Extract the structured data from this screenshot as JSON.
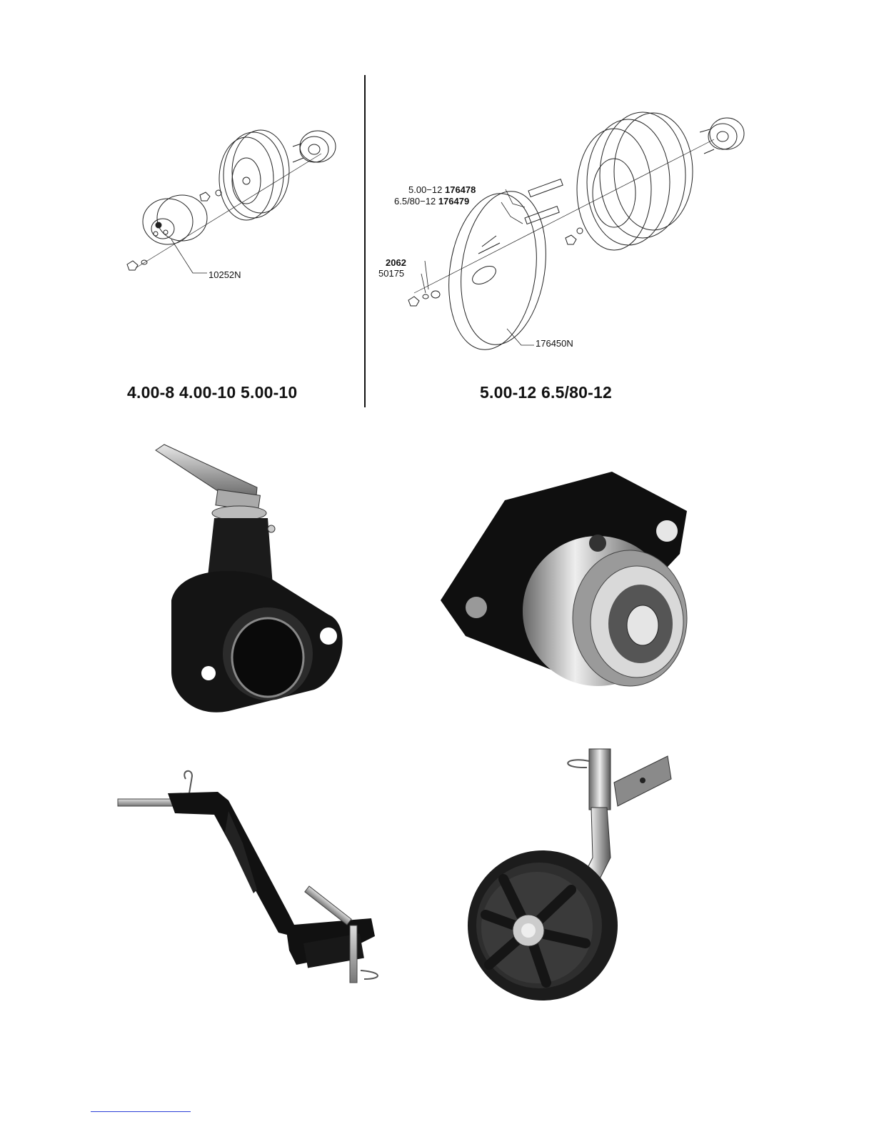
{
  "diagram_left": {
    "caption": "4.00-8  4.00-10  5.00-10",
    "callout": "10252N"
  },
  "diagram_right": {
    "caption": "5.00-12  6.5/80-12",
    "callouts": [
      {
        "size": "5.00−12",
        "part": "176478"
      },
      {
        "size": "6.5/80−12",
        "part": "176479"
      }
    ],
    "washers": [
      {
        "part": "2062",
        "bold": true
      },
      {
        "part": "50175",
        "bold": false
      }
    ],
    "callout_hub": "176450N"
  },
  "photos": [
    {
      "subject": "lever-bracket"
    },
    {
      "subject": "hub-adapter"
    },
    {
      "subject": "bent-tow-arm"
    },
    {
      "subject": "jockey-wheel"
    }
  ]
}
